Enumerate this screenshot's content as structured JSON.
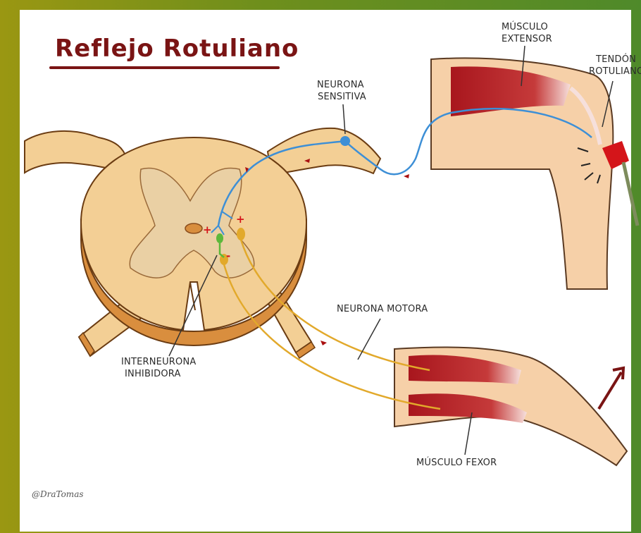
{
  "title": "Reflejo Rotuliano",
  "labels": {
    "sensory_neuron": [
      "NEURONA",
      "SENSITIVA"
    ],
    "extensor_muscle": [
      "MÚSCULO",
      "EXTENSOR"
    ],
    "patellar_tendon": [
      "TENDÓN",
      "ROTULIANO"
    ],
    "motor_neuron": "NEURONA MOTORA",
    "inhibitory_interneuron": [
      "INTERNEURONA",
      "INHIBIDORA"
    ],
    "flexor_muscle": "MÚSCULO FEXOR"
  },
  "synapse_signs": {
    "plus_left": "+",
    "plus_right": "+",
    "minus": "-"
  },
  "signature": "@DraTomas",
  "colors": {
    "sensory": "#3d8fd6",
    "motor": "#e2a92b",
    "inter": "#5cb83a",
    "muscle": "#b8262c",
    "skin": "#f6d0a8",
    "cord": "#f3cf95",
    "title": "#7a1414"
  }
}
